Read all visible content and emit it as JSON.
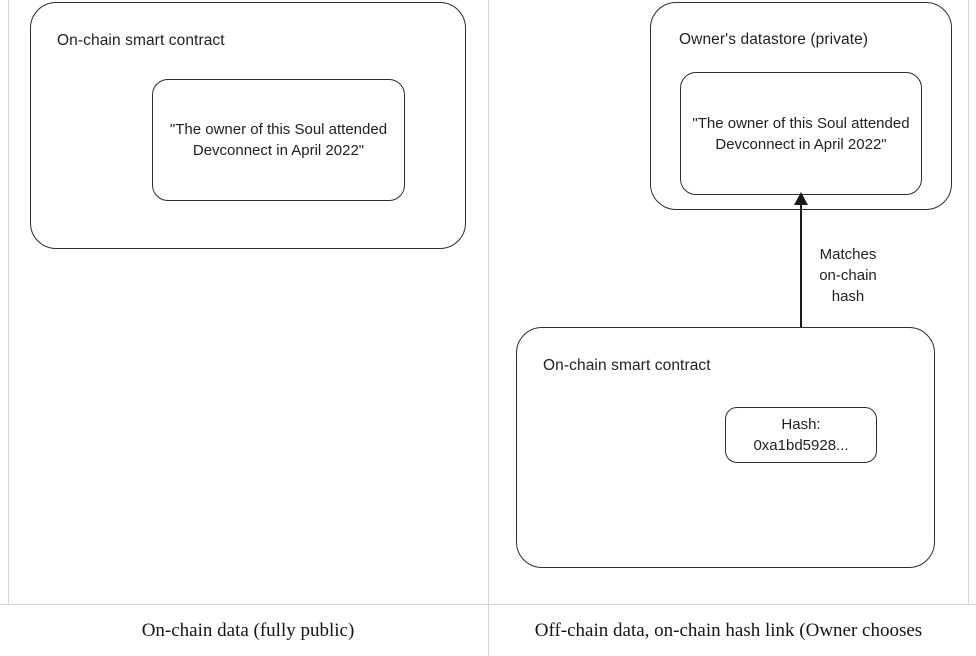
{
  "figure": {
    "left_panel": {
      "outer_box_label": "On-chain smart contract",
      "inner_box_text": "\"The owner of this Soul attended Devconnect in April 2022\"",
      "caption": "On-chain data (fully public)"
    },
    "right_panel": {
      "datastore_box_label": "Owner's datastore (private)",
      "datastore_inner_text": "\"The owner of this Soul attended Devconnect in April 2022\"",
      "contract_box_label": "On-chain smart contract",
      "hash_box_text": "Hash:\n0xa1bd5928...",
      "arrow_label": "Matches\non-chain\nhash",
      "caption": "Off-chain data, on-chain hash link (Owner chooses"
    }
  },
  "colors": {
    "stroke": "#2c2c2c",
    "text": "#1f1f1f",
    "rule": "#d4d4d4",
    "background": "#ffffff"
  }
}
